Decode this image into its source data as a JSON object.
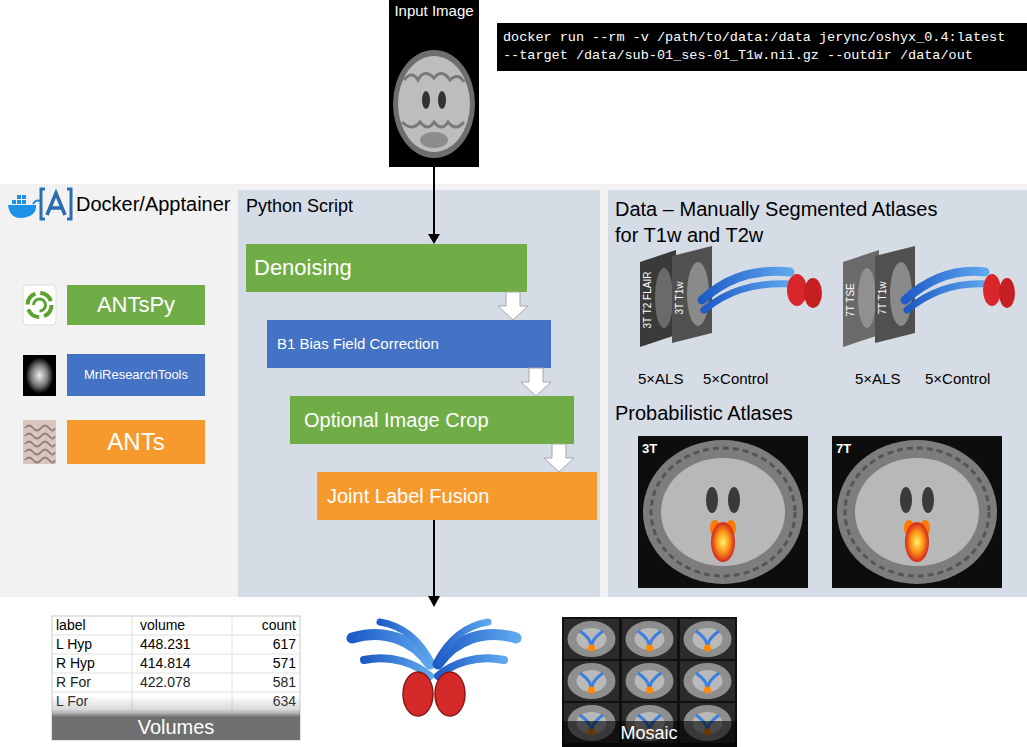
{
  "diagram": {
    "nodes": [
      {
        "text": [
          "Input Image"
        ]
      },
      {
        "text": [
          "docker run --rm -v /path/to/data:/data jerync/oshyx_0.4:latest --target /data/sub-01_ses-01_T1w.nii.gz --outdir /data/out"
        ]
      },
      {
        "text": [
          "Docker/Apptainer"
        ]
      },
      {
        "text": [
          "ANTsPy"
        ],
        "in": 2
      },
      {
        "text": [
          "MriResearchTools"
        ],
        "in": 2
      },
      {
        "text": [
          "ANTs"
        ],
        "in": 2
      },
      {
        "text": [
          "Python Script"
        ],
        "in": 2
      },
      {
        "text": [
          "Denoising"
        ],
        "in": 6
      },
      {
        "text": [
          "B1 Bias Field Correction"
        ],
        "in": 6
      },
      {
        "text": [
          "Optional Image Crop"
        ],
        "in": 6
      },
      {
        "text": [
          "Joint Label Fusion"
        ],
        "in": 6
      },
      {
        "text": [
          "Data – Manually Segmented Atlases for T1w and T2w",
          "Probabilistic Atlases"
        ],
        "in": 2
      }
    ],
    "edges": [
      {
        "from": 0,
        "to": 7,
        "arrow": "to"
      },
      {
        "from": 7,
        "to": 8,
        "arrow": "to"
      },
      {
        "from": 8,
        "to": 9,
        "arrow": "to"
      },
      {
        "from": 9,
        "to": 10,
        "arrow": "to"
      }
    ],
    "labels": [
      "3T T2 FLAIR",
      "3T T1w",
      "7T TSE",
      "7T T1w",
      "5×ALS",
      "5×Control",
      "5×ALS",
      "5×Control",
      "3T",
      "7T",
      "label",
      "volume",
      "count",
      "L Hyp",
      "448.231",
      "617",
      "R Hyp",
      "414.814",
      "571",
      "R For",
      "422.078",
      "581",
      "L For",
      "634",
      "Volumes",
      "Mosaic"
    ]
  }
}
